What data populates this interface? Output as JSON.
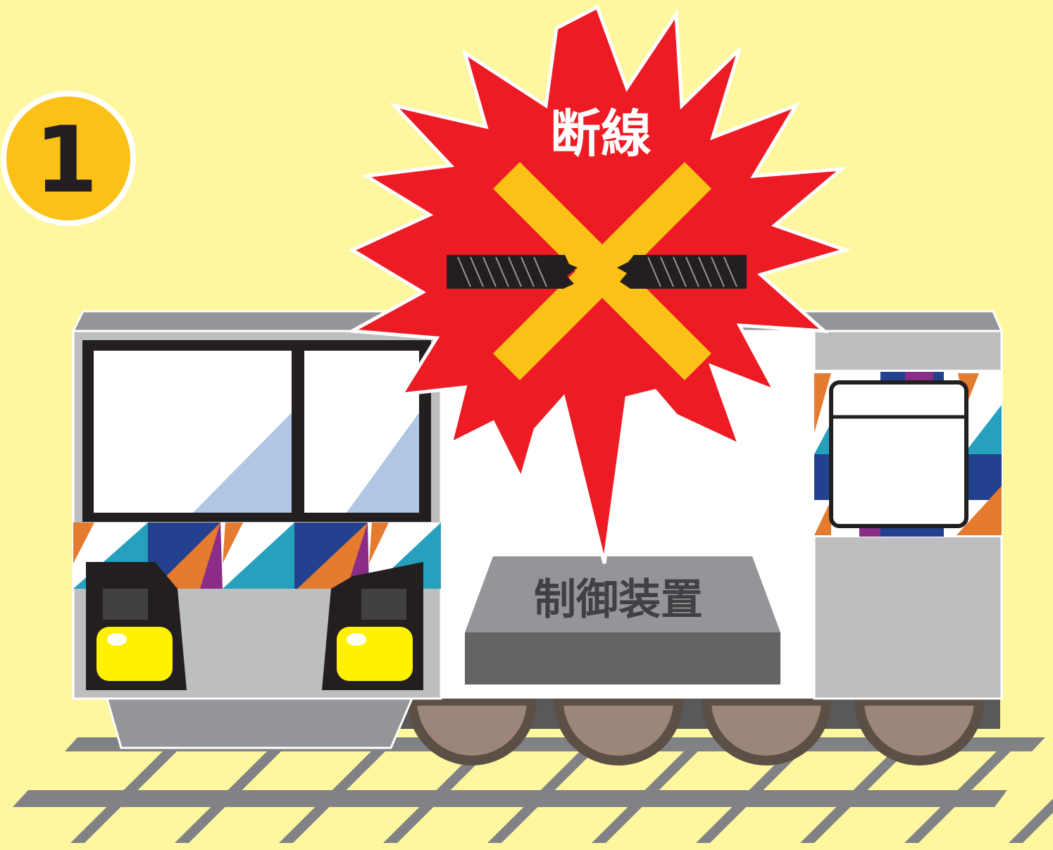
{
  "badge": {
    "number": "1"
  },
  "burst": {
    "label": "断線"
  },
  "device": {
    "label": "制御装置"
  },
  "colors": {
    "background": "#fff79f",
    "badge": "#fcc116",
    "burst_red": "#ed1c24",
    "cross_yellow": "#fcc116",
    "train_body": "#bcbec0",
    "train_roof": "#939598",
    "stripe_teal": "#27a0be",
    "stripe_navy": "#23418f",
    "stripe_orange": "#e47b2e",
    "stripe_purple": "#8b2c88",
    "window_tint": "#b0c6e4",
    "headlight": "#fff200",
    "wheel": "#9c8679",
    "rail": "#808285",
    "device_top": "#939598",
    "device_front": "#636466"
  }
}
